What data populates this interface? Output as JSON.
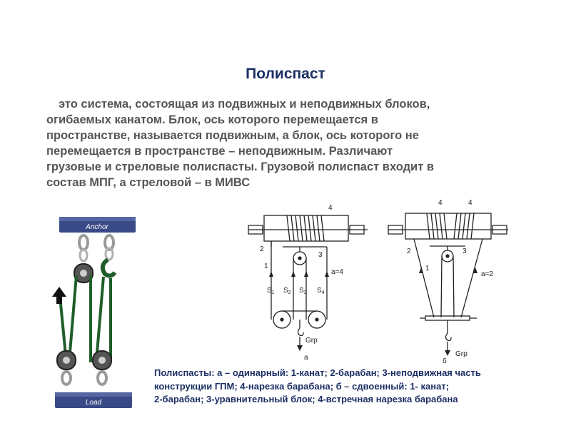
{
  "page": {
    "title": "Полиспаст",
    "intro_lines": [
      "это система, состоящая из подвижных и неподвижных блоков,",
      "огибаемых канатом. Блок, ось которого перемещается в",
      "пространстве, называется подвижным, а блок, ось которого не",
      "перемещается в пространстве – неподвижным. Различают",
      "грузовые и стреловые полиспасты. Грузовой полиспаст входит в",
      "состав МПГ, а стреловой – в МИВС"
    ],
    "caption_lines": [
      "Полиспасты:  а – одинарный: 1-канат; 2-барабан; 3-неподвижная часть",
      "конструкции ГПМ; 4-нарезка барабана;  б – сдвоенный: 1- канат;",
      "2-барабан; 3-уравнительный блок; 4-встречная нарезка барабана"
    ]
  },
  "photo": {
    "anchor_label": "Anchor",
    "load_label": "Load"
  },
  "diagram_a": {
    "callouts": [
      "4",
      "2",
      "3",
      "1"
    ],
    "ratio": "a=4",
    "forces": [
      "S",
      "S",
      "S",
      "S"
    ],
    "force_subs": [
      "1",
      "2",
      "3",
      "4"
    ],
    "load": "Grp",
    "letter": "a"
  },
  "diagram_b": {
    "callouts": [
      "4",
      "4",
      "2",
      "3",
      "1"
    ],
    "ratio": "a=2",
    "load": "Grp",
    "letter": "б"
  },
  "colors": {
    "title": "#1c2f64",
    "body_text": "#555555",
    "caption": "#1c2f64",
    "bar": "#3a4a86",
    "rope": "#1f5e2a",
    "arrow": "#111111"
  }
}
